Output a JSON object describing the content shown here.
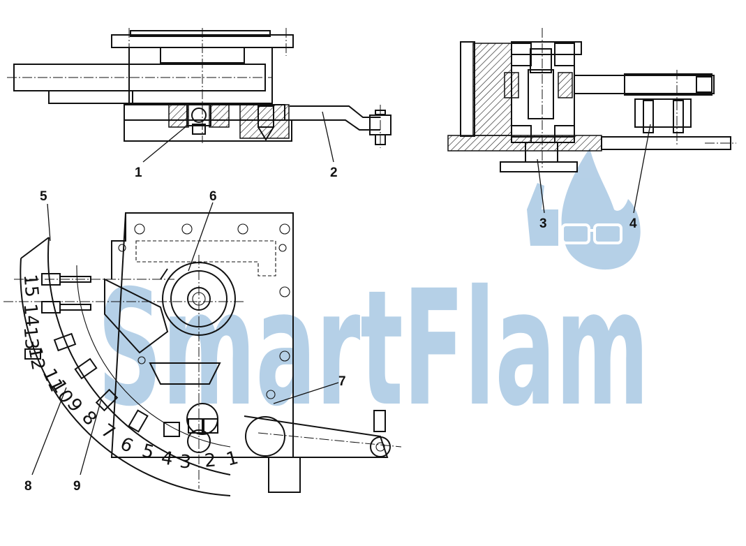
{
  "callouts": {
    "c1": "1",
    "c2": "2",
    "c3": "3",
    "c4": "4",
    "c5": "5",
    "c6": "6",
    "c7": "7",
    "c8": "8",
    "c9": "9"
  },
  "scale_numbers": [
    "1",
    "2",
    "3",
    "4",
    "5",
    "6",
    "7",
    "8",
    "9",
    "10",
    "11",
    "12",
    "13",
    "14",
    "15"
  ],
  "watermark": {
    "text": "SmartFlam",
    "color": "#a9c8e3"
  },
  "colors": {
    "line": "#111111",
    "background": "#ffffff"
  }
}
